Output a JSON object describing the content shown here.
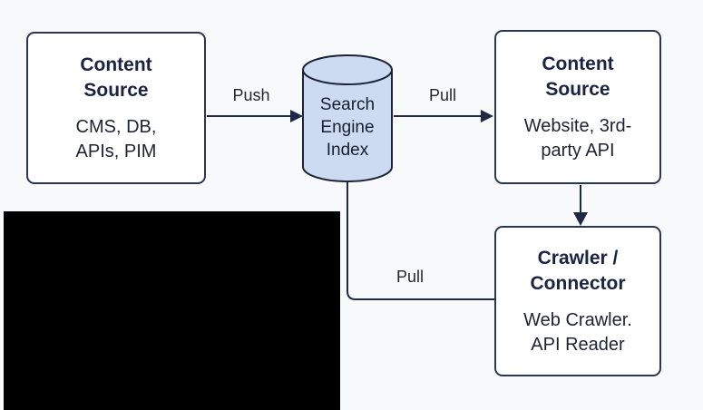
{
  "diagram": {
    "nodes": {
      "source_left": {
        "title": "Content\nSource",
        "subtitle": "CMS, DB,\nAPIs, PIM"
      },
      "index": {
        "label": "Search\nEngine\nIndex",
        "shape": "cylinder"
      },
      "source_right": {
        "title": "Content\nSource",
        "subtitle": "Website, 3rd-\nparty API"
      },
      "crawler": {
        "title": "Crawler /\nConnector",
        "subtitle": "Web Crawler.\nAPI Reader"
      }
    },
    "edges": {
      "push": {
        "label": "Push",
        "from": "source_left",
        "to": "index"
      },
      "pull_top": {
        "label": "Pull",
        "from": "index",
        "to": "source_right"
      },
      "source_right_to_crawler": {
        "label": "",
        "from": "source_right",
        "to": "crawler"
      },
      "pull_bottom": {
        "label": "Pull",
        "from": "index",
        "to": "crawler"
      }
    },
    "colors": {
      "canvas_bg": "#f8f9fb",
      "node_bg": "#ffffff",
      "node_border": "#2b3554",
      "cylinder_fill": "#cddbf2",
      "line": "#1e2a45",
      "title_text": "#1a2342",
      "body_text": "#1d2331",
      "redaction": "#000000"
    }
  }
}
